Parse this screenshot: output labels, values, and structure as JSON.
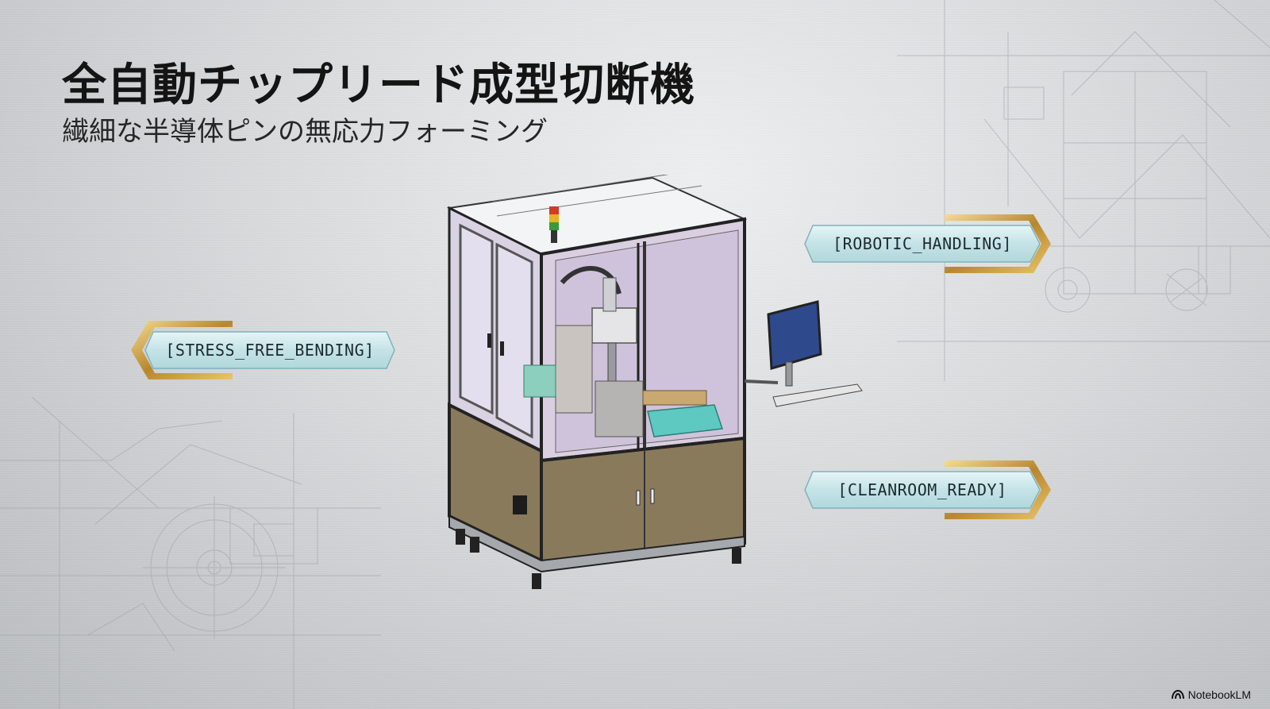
{
  "slide": {
    "title": "全自動チップリード成型切断機",
    "subtitle": "繊細な半導体ピンの無応力フォーミング"
  },
  "tags": {
    "stress_free": "[STRESS_FREE_BENDING]",
    "robotic": "[ROBOTIC_HANDLING]",
    "cleanroom": "[CLEANROOM_READY]"
  },
  "machine": {
    "tower_light_colors": [
      "#d23a2a",
      "#e6b422",
      "#3a9a3a"
    ],
    "screen_color": "#2f4a8c",
    "cabinet_color": "#8a7a5c"
  },
  "branding": {
    "logo_icon": "notebooklm-icon",
    "label": "NotebookLM"
  }
}
